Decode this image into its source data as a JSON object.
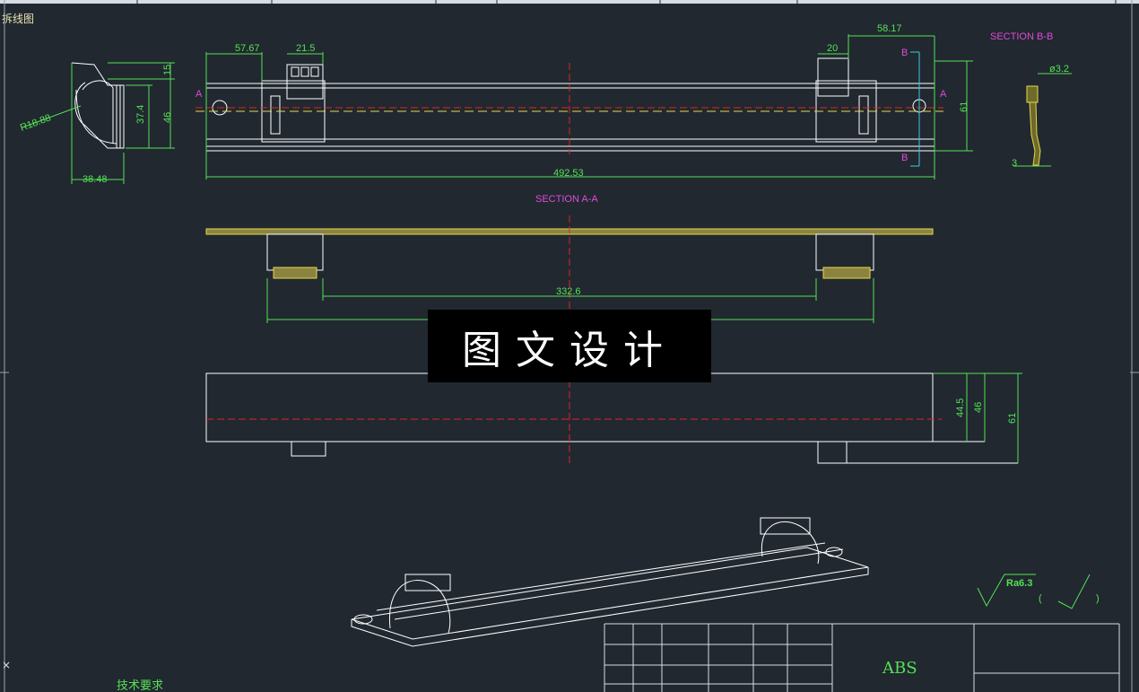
{
  "tab": {
    "label": "拆线图"
  },
  "watermark": {
    "text": "图文设计"
  },
  "dimensions": {
    "d1": "57.67",
    "d2": "21.5",
    "d3": "20",
    "d4": "58.17",
    "d5": "492.53",
    "d6": "61",
    "d7": "15",
    "d8": "37.4",
    "d9": "46",
    "d10": "R18.88",
    "d11": "38.48",
    "d12": "332.6",
    "d13": "44.5",
    "d14": "46",
    "d15": "61",
    "d16": "ø3.2",
    "d17": "3"
  },
  "labels": {
    "section_aa": "SECTION A-A",
    "section_bb": "SECTION B-B",
    "a": "A",
    "b": "B",
    "material": "ABS",
    "roughness": "Ra6.3",
    "tech_req": "技术要求"
  },
  "colors": {
    "bg": "#212830",
    "dim": "#55e155",
    "section": "#e04ad6",
    "center": "#e02424",
    "outline": "#ffffff"
  }
}
